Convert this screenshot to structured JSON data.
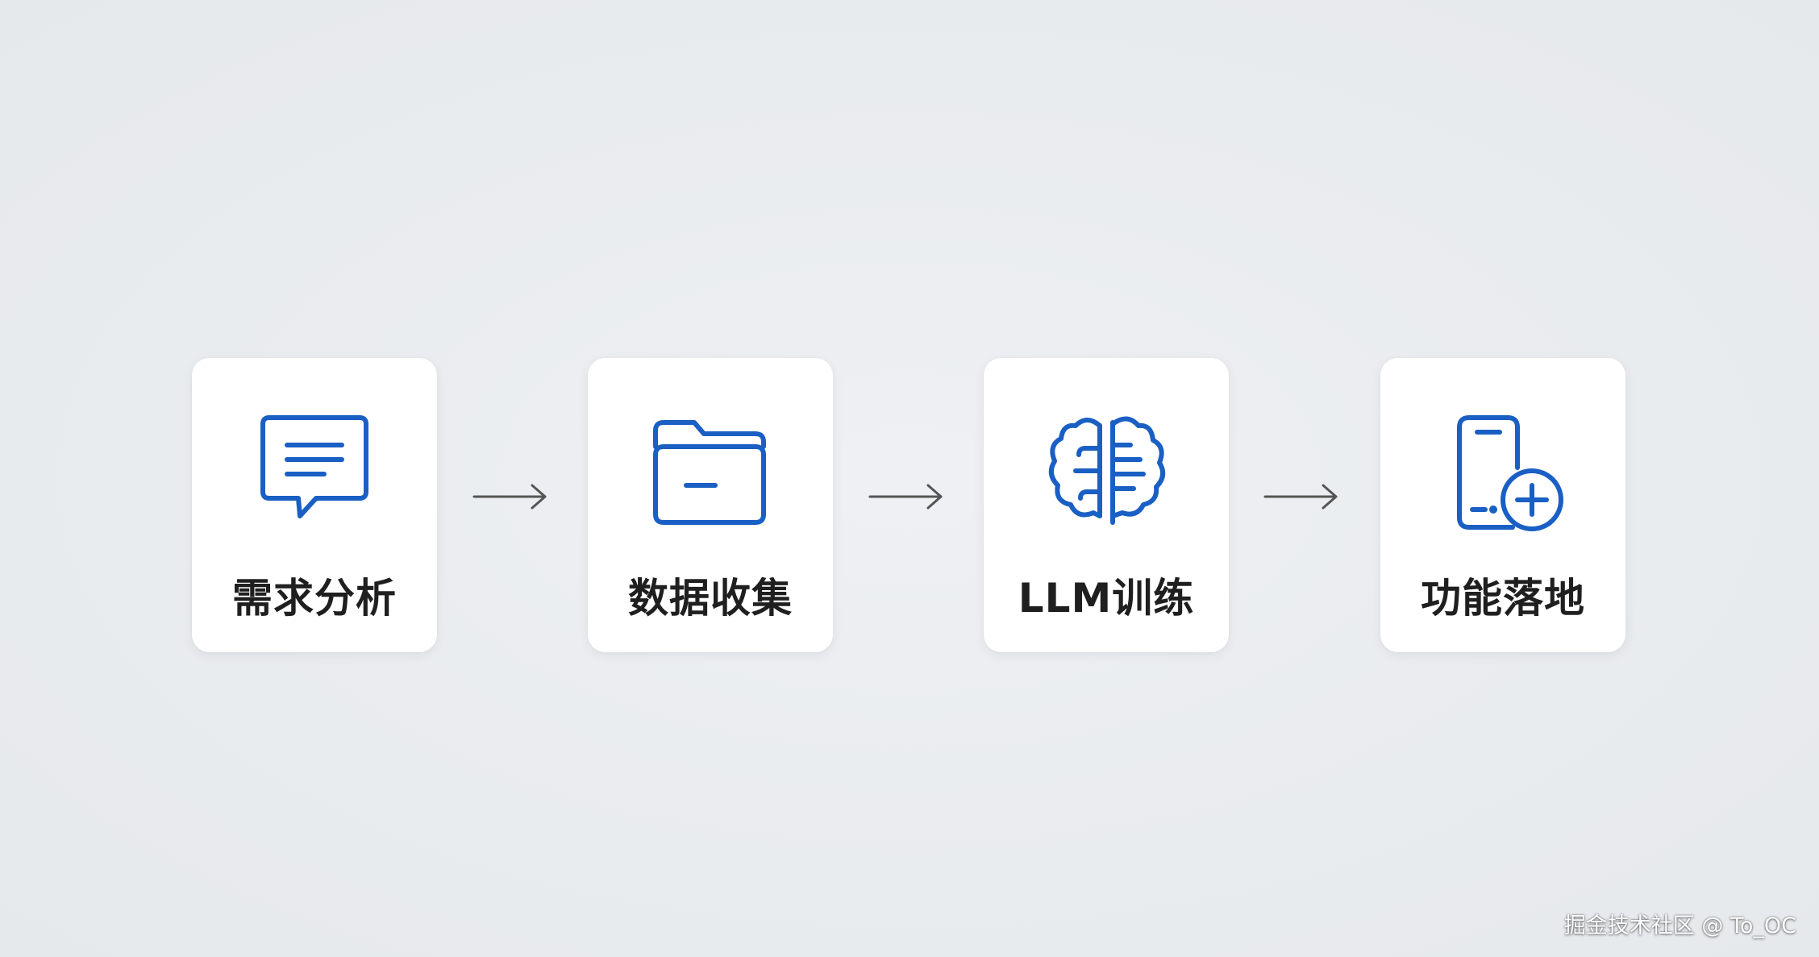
{
  "colors": {
    "accent": "#1a5fc4",
    "background": "#eceff2",
    "card": "#ffffff",
    "label": "#1f1f1f",
    "arrow": "#555555"
  },
  "steps": [
    {
      "label": "需求分析",
      "icon": "chat-bubble-icon"
    },
    {
      "label": "数据收集",
      "icon": "folder-icon"
    },
    {
      "label": "LLM训练",
      "icon": "brain-icon"
    },
    {
      "label": "功能落地",
      "icon": "mobile-add-icon"
    }
  ],
  "watermark": "掘金技术社区 @ To_OC"
}
